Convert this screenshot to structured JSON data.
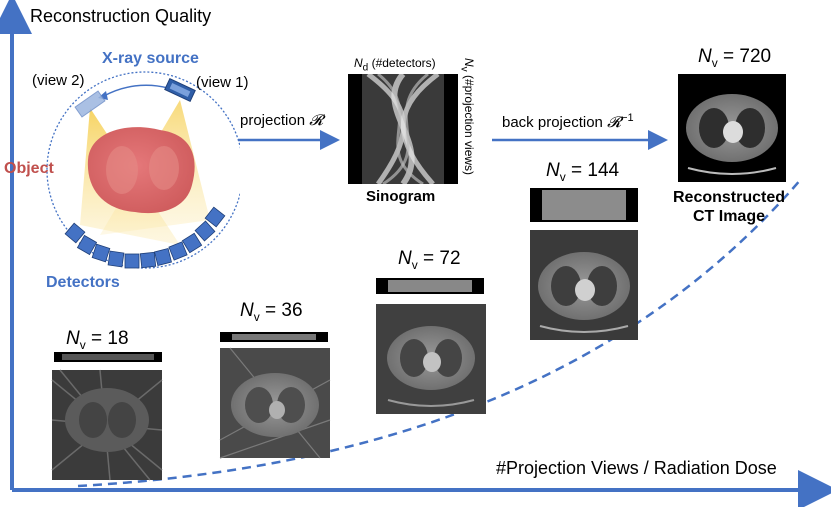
{
  "axes": {
    "y_label": "Reconstruction Quality",
    "x_label": "#Projection Views / Radiation Dose"
  },
  "schematic": {
    "xray_source": "X-ray source",
    "view1": "(view 1)",
    "view2": "(view 2)",
    "object": "Object",
    "detectors": "Detectors"
  },
  "projection": {
    "label": "projection",
    "operator": "𝓡"
  },
  "sinogram": {
    "detectors_label": "(#detectors)",
    "detectors_symbol": "N",
    "detectors_sub": "d",
    "views_label": "(#projection views)",
    "views_symbol": "N",
    "views_sub": "v",
    "caption": "Sinogram"
  },
  "back_projection": {
    "label": "back projection",
    "operator": "𝓡",
    "exponent": "−1"
  },
  "reconstructed": {
    "line1": "Reconstructed",
    "line2": "CT Image"
  },
  "views": [
    {
      "symbol": "N",
      "sub": "v",
      "value": "= 18"
    },
    {
      "symbol": "N",
      "sub": "v",
      "value": "= 36"
    },
    {
      "symbol": "N",
      "sub": "v",
      "value": "= 72"
    },
    {
      "symbol": "N",
      "sub": "v",
      "value": "= 144"
    },
    {
      "symbol": "N",
      "sub": "v",
      "value": "= 720"
    }
  ],
  "colors": {
    "axis": "#4472c4",
    "accent_blue": "#4472c4",
    "object_red": "#c0504d"
  }
}
